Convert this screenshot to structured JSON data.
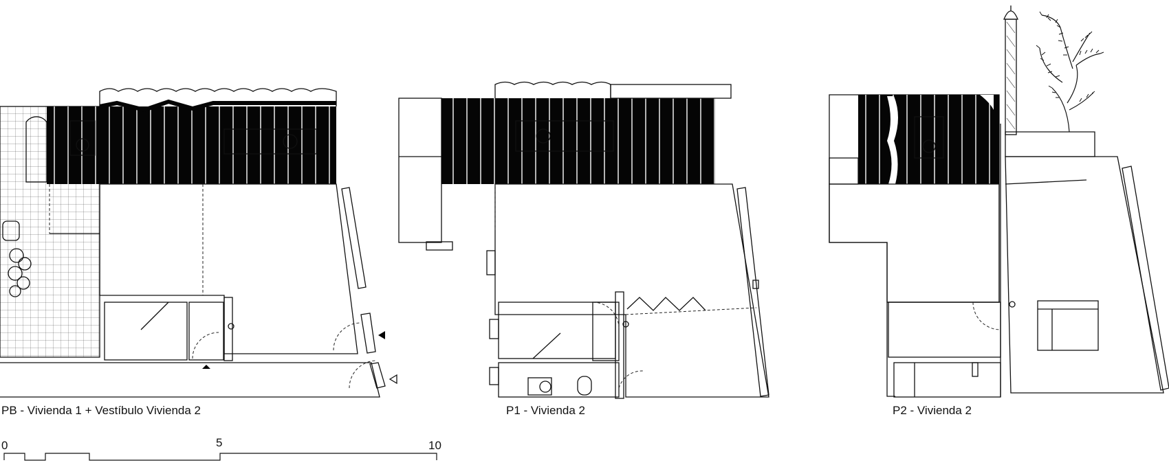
{
  "plans": [
    {
      "label": "PB - Vivienda 1 + Vestíbulo Vivienda 2"
    },
    {
      "label": "P1 - Vivienda 2"
    },
    {
      "label": "P2 - Vivienda 2"
    }
  ],
  "scale": {
    "ticks": [
      "0",
      "5",
      "10"
    ]
  }
}
